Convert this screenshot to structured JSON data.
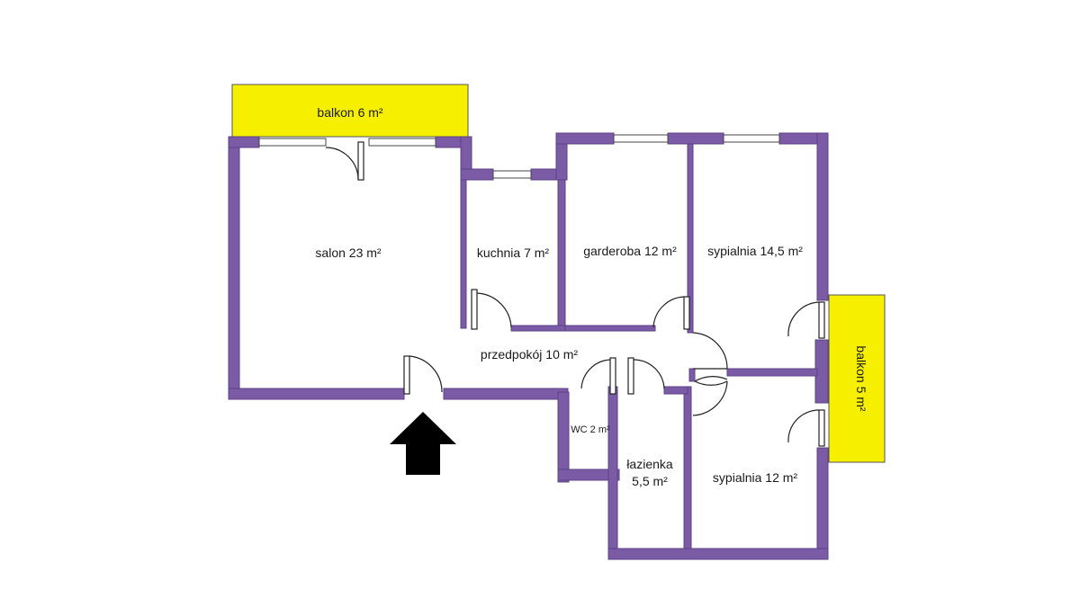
{
  "colors": {
    "wall": "#7b5aa6",
    "wall_edge": "#5e4386",
    "balcony": "#f6f000",
    "background": "#ffffff",
    "entrance_arrow": "#000000"
  },
  "rooms": {
    "salon": "salon 23 m²",
    "kitchen": "kuchnia 7 m²",
    "wardrobe": "garderoba 12 m²",
    "bedroom1": "sypialnia 14,5 m²",
    "hall": "przedpokój 10 m²",
    "wc": "WC 2 m²",
    "bathroom_line1": "łazienka",
    "bathroom_line2": "5,5 m²",
    "bedroom2": "sypialnia 12 m²"
  },
  "balconies": {
    "top": "balkon 6 m²",
    "right": "balkon 5 m²"
  },
  "icons": {
    "entrance": "entrance-arrow-icon"
  }
}
